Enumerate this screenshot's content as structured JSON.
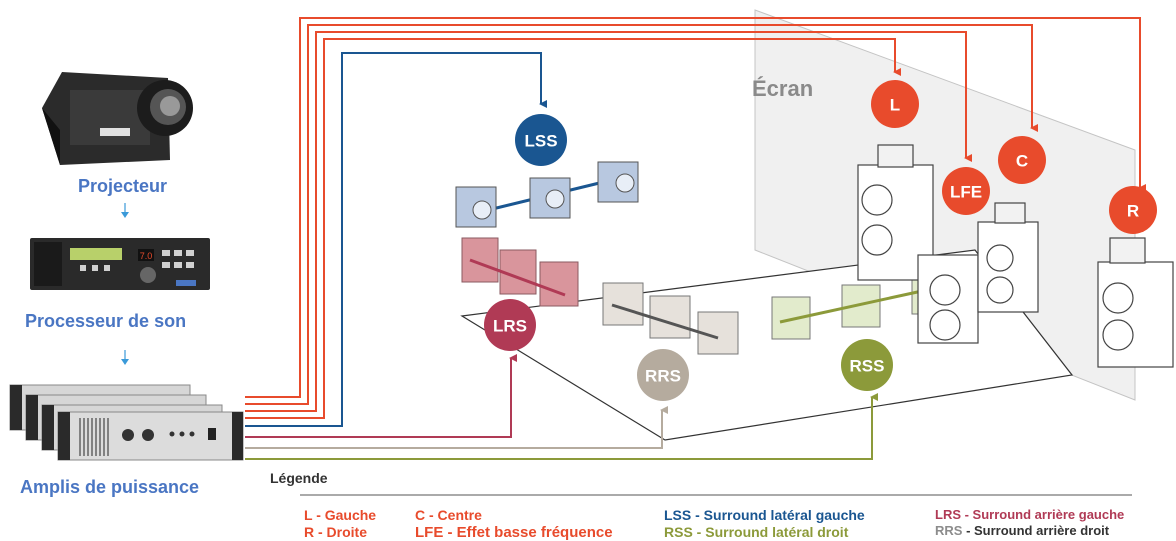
{
  "devices": {
    "projector": "Projecteur",
    "processor": "Processeur de son",
    "amps": "Amplis de puissance",
    "processor_display": "7.0"
  },
  "screen": {
    "label": "Écran"
  },
  "badges": {
    "L": "L",
    "C": "C",
    "R": "R",
    "LFE": "LFE",
    "LSS": "LSS",
    "LRS": "LRS",
    "RRS": "RRS",
    "RSS": "RSS"
  },
  "colors": {
    "red": "#e84b2c",
    "navy": "#1a5691",
    "crimson": "#b03a55",
    "taupe": "#b5ab9e",
    "olive": "#8c9a3a",
    "label_blue": "#4a76c3"
  },
  "legend": {
    "title": "Légende",
    "l": "L - Gauche",
    "r": "R - Droite",
    "c": "C - Centre",
    "lfe": "LFE - Effet basse fréquence",
    "lss_code": "LSS",
    "lss_desc": " - Surround latéral gauche",
    "rss_code": "RSS",
    "rss_desc": " - Surround latéral droit",
    "lrs_code": "LRS",
    "lrs_desc": " - Surround arrière gauche",
    "rrs_code": "RRS",
    "rrs_desc": " - Surround arrière droit"
  }
}
